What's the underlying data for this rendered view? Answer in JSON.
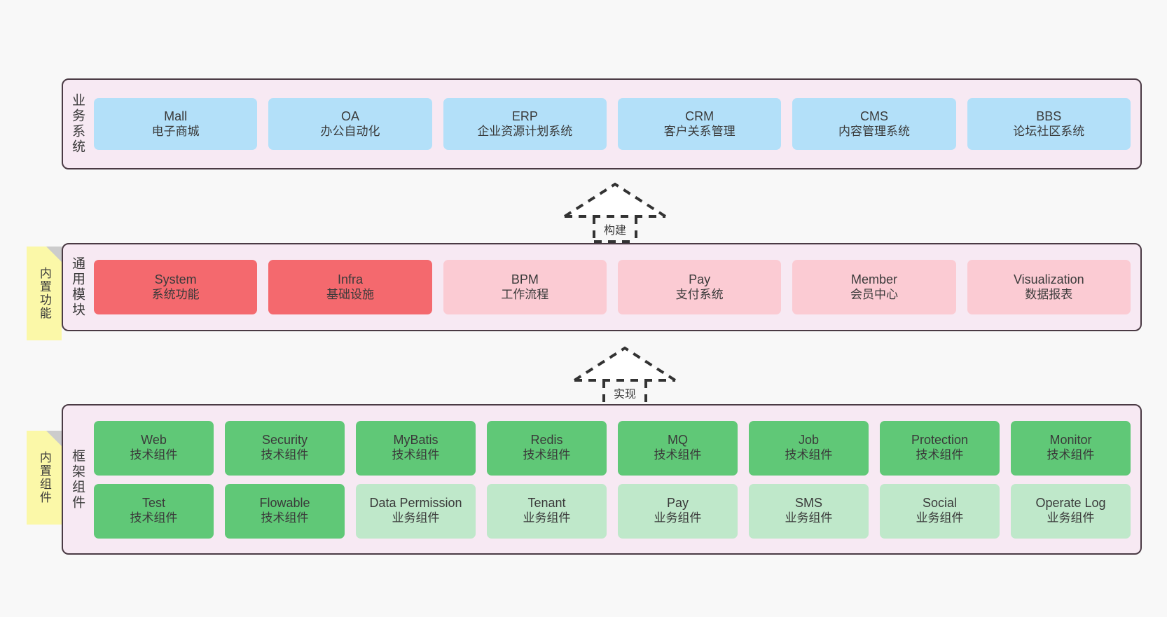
{
  "diagram": {
    "background_color": "#f8f8f8",
    "panel_color": "#f7e9f3",
    "panel_border_color": "#4a3a44",
    "note_color": "#fbf8a8"
  },
  "layers": [
    {
      "id": "business-systems",
      "caption": "业务系统",
      "note": null,
      "box_color": "#b3e0f9",
      "boxes": [
        {
          "title": "Mall",
          "sub": "电子商城"
        },
        {
          "title": "OA",
          "sub": "办公自动化"
        },
        {
          "title": "ERP",
          "sub": "企业资源计划系统"
        },
        {
          "title": "CRM",
          "sub": "客户关系管理"
        },
        {
          "title": "CMS",
          "sub": "内容管理系统"
        },
        {
          "title": "BBS",
          "sub": "论坛社区系统"
        }
      ]
    },
    {
      "id": "common-modules",
      "caption": "通用模块",
      "note": "内置功能",
      "boxes": [
        {
          "title": "System",
          "sub": "系统功能",
          "color": "#f4696e"
        },
        {
          "title": "Infra",
          "sub": "基础设施",
          "color": "#f4696e"
        },
        {
          "title": "BPM",
          "sub": "工作流程",
          "color": "#fbcbd3"
        },
        {
          "title": "Pay",
          "sub": "支付系统",
          "color": "#fbcbd3"
        },
        {
          "title": "Member",
          "sub": "会员中心",
          "color": "#fbcbd3"
        },
        {
          "title": "Visualization",
          "sub": "数据报表",
          "color": "#fbcbd3"
        }
      ]
    },
    {
      "id": "framework-components",
      "caption": "框架组件",
      "note": "内置组件",
      "row_top": [
        {
          "title": "Web",
          "sub": "技术组件",
          "color": "#60c877"
        },
        {
          "title": "Security",
          "sub": "技术组件",
          "color": "#60c877"
        },
        {
          "title": "MyBatis",
          "sub": "技术组件",
          "color": "#60c877"
        },
        {
          "title": "Redis",
          "sub": "技术组件",
          "color": "#60c877"
        },
        {
          "title": "MQ",
          "sub": "技术组件",
          "color": "#60c877"
        },
        {
          "title": "Job",
          "sub": "技术组件",
          "color": "#60c877"
        },
        {
          "title": "Protection",
          "sub": "技术组件",
          "color": "#60c877"
        },
        {
          "title": "Monitor",
          "sub": "技术组件",
          "color": "#60c877"
        }
      ],
      "row_bottom": [
        {
          "title": "Test",
          "sub": "技术组件",
          "color": "#60c877"
        },
        {
          "title": "Flowable",
          "sub": "技术组件",
          "color": "#60c877"
        },
        {
          "title": "Data Permission",
          "sub": "业务组件",
          "color": "#bfe8ca",
          "wrap": true
        },
        {
          "title": "Tenant",
          "sub": "业务组件",
          "color": "#bfe8ca"
        },
        {
          "title": "Pay",
          "sub": "业务组件",
          "color": "#bfe8ca"
        },
        {
          "title": "SMS",
          "sub": "业务组件",
          "color": "#bfe8ca"
        },
        {
          "title": "Social",
          "sub": "业务组件",
          "color": "#bfe8ca"
        },
        {
          "title": "Operate Log",
          "sub": "业务组件",
          "color": "#bfe8ca"
        }
      ]
    }
  ],
  "connectors": [
    {
      "id": "build",
      "label": "构建",
      "from": "common-modules",
      "to": "business-systems",
      "style": "dashed-generalization"
    },
    {
      "id": "implement",
      "label": "实现",
      "from": "framework-components",
      "to": "common-modules",
      "style": "dashed-generalization"
    }
  ]
}
